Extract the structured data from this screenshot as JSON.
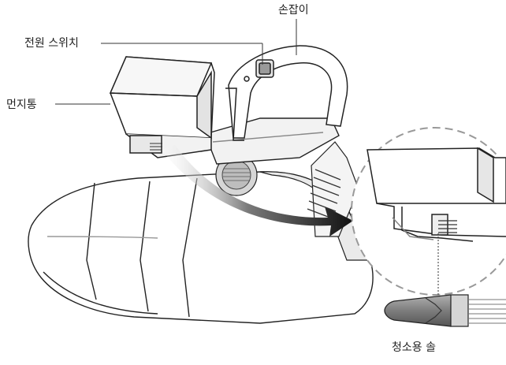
{
  "labels": {
    "handle": "손잡이",
    "power_switch": "전원 스위치",
    "dust_bin": "먼지통",
    "cleaning_brush": "청소용 솔"
  },
  "colors": {
    "line": "#222222",
    "body_fill": "#ffffff",
    "shade_light": "#eaeaea",
    "shade_mid": "#c8c8c8",
    "shade_dark": "#555555",
    "arrow": "#1a1a1a",
    "circle_dash": "#999999",
    "brush_fill": "#8a8a8a"
  },
  "icons": {
    "arrow": "curved-arrow-right",
    "zoom": "dashed-magnifier-circle"
  }
}
